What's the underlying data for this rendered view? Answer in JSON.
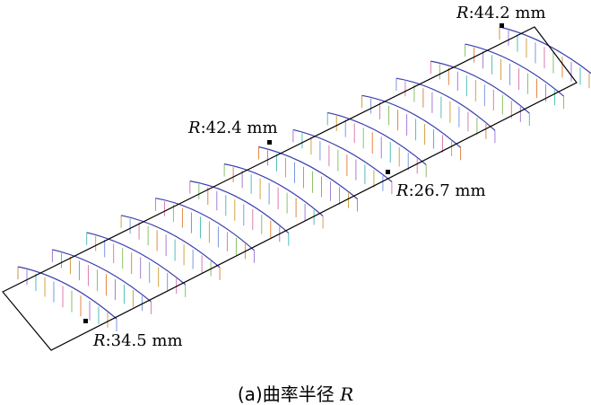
{
  "labels": {
    "top": {
      "symbol": "R",
      "value": ":44.2 mm"
    },
    "middle": {
      "symbol": "R",
      "value": ":42.4 mm"
    },
    "right": {
      "symbol": "R",
      "value": ":26.7 mm"
    },
    "bottom": {
      "symbol": "R",
      "value": ":34.5 mm"
    }
  },
  "caption": {
    "prefix": "(a)曲率半径 ",
    "symbol": "R"
  },
  "colors": {
    "outline": "#000000",
    "curve": "#3a3fb0",
    "tick_palette": [
      "#e07a2f",
      "#9c6fd0",
      "#3fb7b3",
      "#c99a2e",
      "#6c8ee0",
      "#d66fa8",
      "#7dbb55"
    ]
  }
}
